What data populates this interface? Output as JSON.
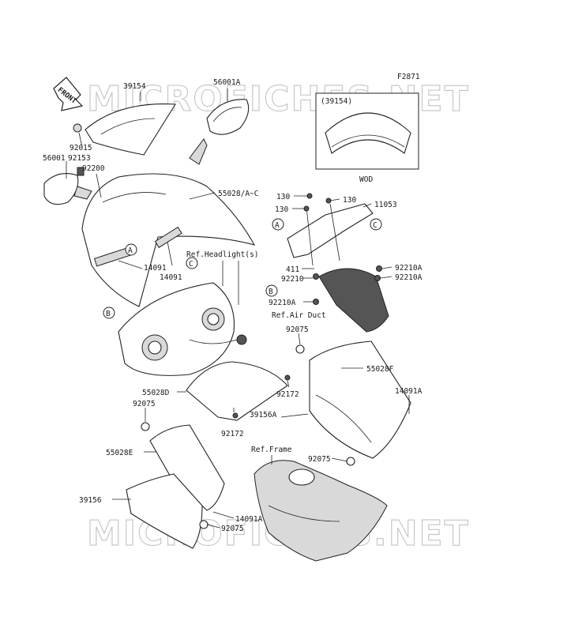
{
  "figure_code": "F2871",
  "watermark": "MICROFICHES.NET",
  "front_arrow": "FRONT",
  "inset": {
    "part_label": "(39154)",
    "variant": "WOD"
  },
  "ref_circles": [
    "A",
    "B",
    "C"
  ],
  "part_labels": {
    "p39154": "39154",
    "p56001A": "56001A",
    "p92015": "92015",
    "p92153": "92153",
    "p56001": "56001",
    "p92200": "92200",
    "p55028AC": "55028/A~C",
    "p130a": "130",
    "p130b": "130",
    "p130c": "130",
    "p11053": "11053",
    "p14091a": "14091",
    "p14091b": "14091",
    "p411": "411",
    "p92210": "92210",
    "p92210Aa": "92210A",
    "p92210Ab": "92210A",
    "p92210Ac": "92210A",
    "p92075a": "92075",
    "p55028F": "55028F",
    "p55028D": "55028D",
    "p92172a": "92172",
    "p92172b": "92172",
    "p14091Aa": "14091A",
    "p14091Ab": "14091A",
    "p39156A": "39156A",
    "p92075b": "92075",
    "p92075c": "92075",
    "p92075d": "92075",
    "p55028E": "55028E",
    "p39156": "39156"
  },
  "references": {
    "headlight": "Ref.Headlight(s)",
    "air_duct": "Ref.Air Duct",
    "frame": "Ref.Frame"
  }
}
